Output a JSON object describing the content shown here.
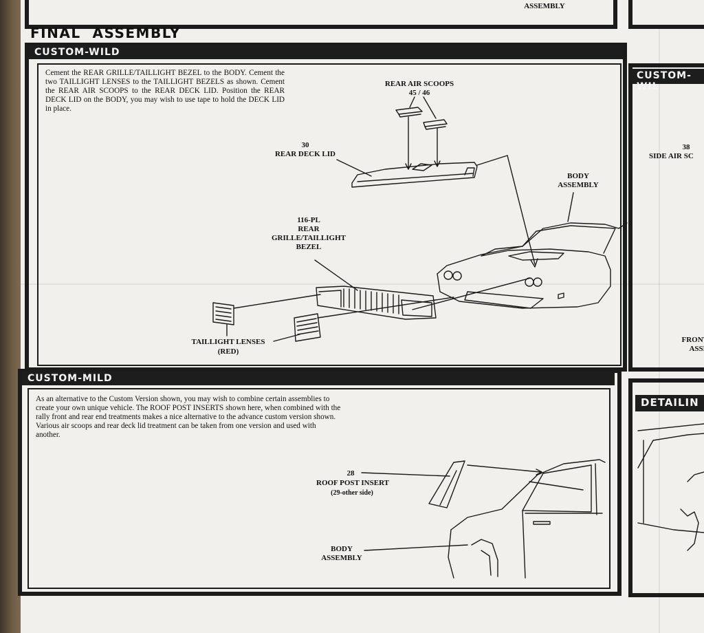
{
  "top_caption": "ASSEMBLY",
  "final_title": "FINAL  ASSEMBLY",
  "custom_wild": {
    "title": "CUSTOM-WILD",
    "instructions": "Cement the REAR GRILLE/TAILLIGHT BEZEL to the BODY. Cement the two TAILLIGHT LENSES to the TAILLIGHT BEZELS as shown. Cement the REAR AIR SCOOPS to the REAR DECK LID. Position the REAR DECK LID on the BODY, you may wish to use tape to hold the DECK LID in place.",
    "labels": {
      "scoops_name": "REAR AIR SCOOPS",
      "scoops_num": "45 / 46",
      "deck_num": "30",
      "deck_name": "REAR DECK LID",
      "body_name": "BODY\nASSEMBLY",
      "bezel": "116-PL\nREAR\nGRILLE/TAILLIGHT\nBEZEL",
      "lenses_name": "TAILLIGHT LENSES",
      "lenses_color": "(RED)"
    }
  },
  "custom_mild": {
    "title": "CUSTOM-MILD",
    "instructions": "As an alternative to the Custom Version shown, you may wish to combine certain assemblies to create your own unique vehicle. The ROOF POST INSERTS shown here, when combined with the rally front and rear end treatments makes a nice alternative to the advance custom version shown. Various air scoops and rear deck lid treatment can be taken from one version and used with another.",
    "labels": {
      "insert_num": "28",
      "insert_name": "ROOF POST INSERT",
      "insert_other": "(29-other side)",
      "body_name": "BODY\nASSEMBLY"
    }
  },
  "right_panels": {
    "wild_title": "CUSTOM-WIL",
    "side_num": "38",
    "side_name": "SIDE AIR SC",
    "front_text": "FRONT\nASSE",
    "detail_title": "DETAILIN"
  }
}
